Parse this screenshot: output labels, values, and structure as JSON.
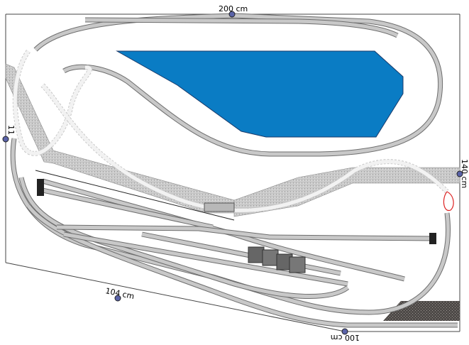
{
  "dimensions": {
    "top": "200 cm",
    "right": "140 cm",
    "left_partial": "11",
    "bottom_slanted": "104 cm",
    "bottom": "100 cm"
  },
  "colors": {
    "lake": "#0a7cc4",
    "track": "#c8c8c8",
    "track_outline": "#6e6e6e",
    "embankment": "#c4c4c4",
    "rough_ground": "#5a5552",
    "marker": "#5a63a8"
  }
}
